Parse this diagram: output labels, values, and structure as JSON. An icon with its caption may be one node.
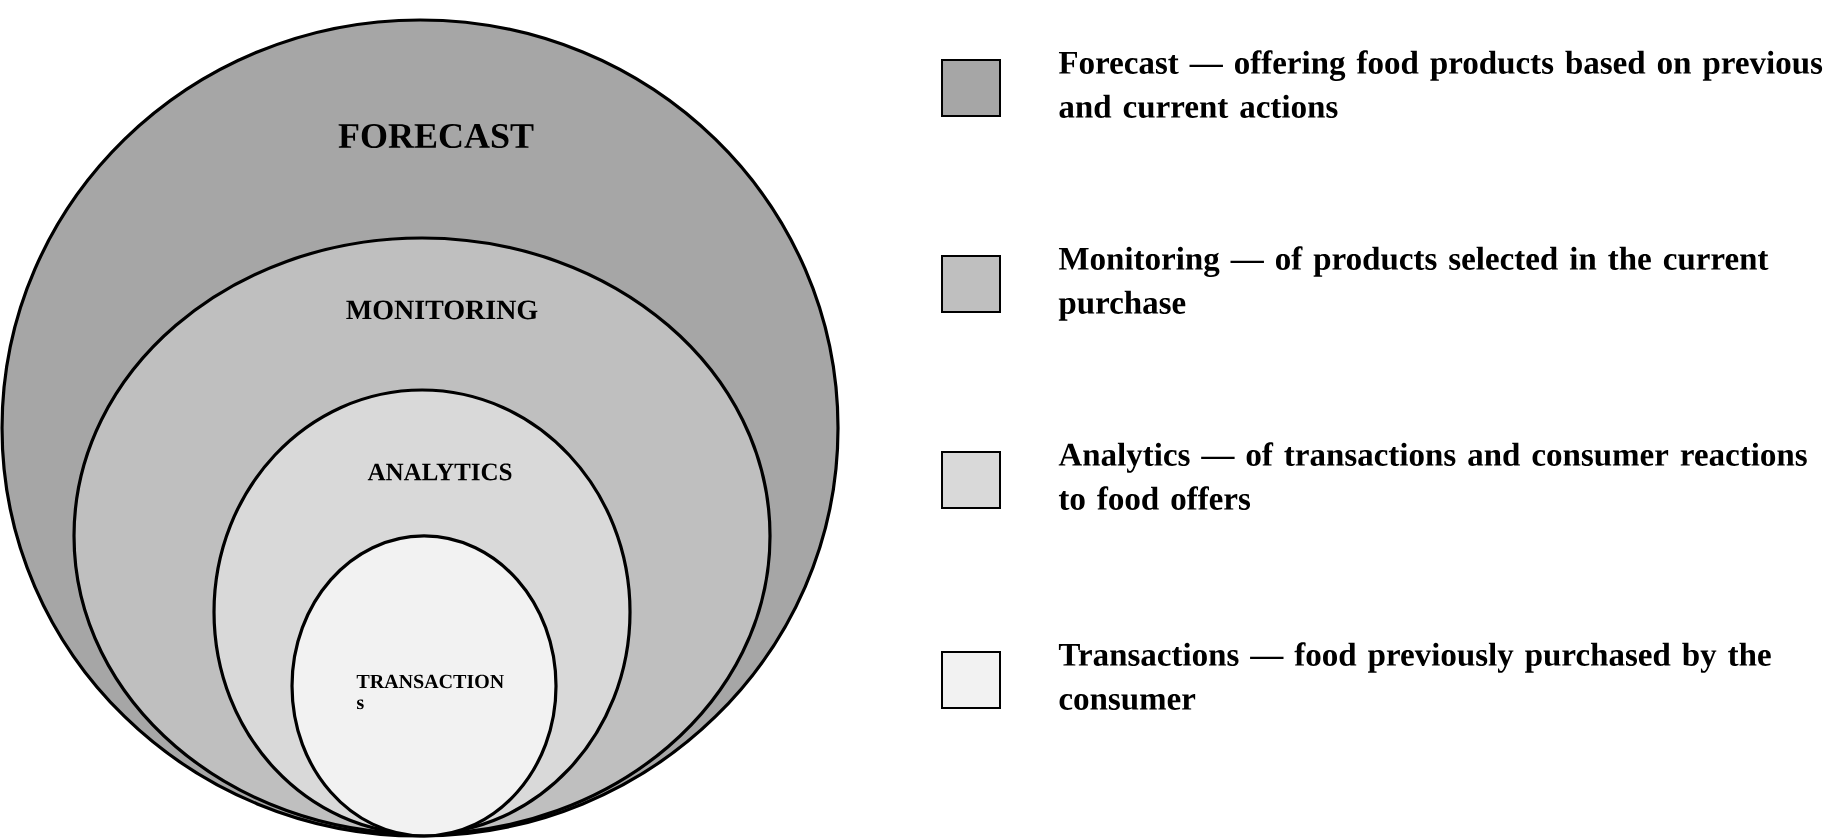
{
  "diagram": {
    "nodes": [
      {
        "text": [
          "FORECAST"
        ]
      },
      {
        "text": [
          "MONITORING"
        ],
        "in": 0
      },
      {
        "text": [
          "ANALYTICS"
        ],
        "in": 1
      },
      {
        "text": [
          "TRANSACTION s"
        ],
        "in": 2
      }
    ],
    "legend": [
      {
        "text": "Forecast — offering food products based on previous and current actions",
        "color": "#a6a6a6"
      },
      {
        "text": "Monitoring — of products selected in the current purchase",
        "color": "#bfbfbf"
      },
      {
        "text": "Analytics — of transactions and consumer reactions to food offers",
        "color": "#d9d9d9"
      },
      {
        "text": "Transactions — food previously purchased by the consumer",
        "color": "#f2f2f2"
      }
    ]
  }
}
